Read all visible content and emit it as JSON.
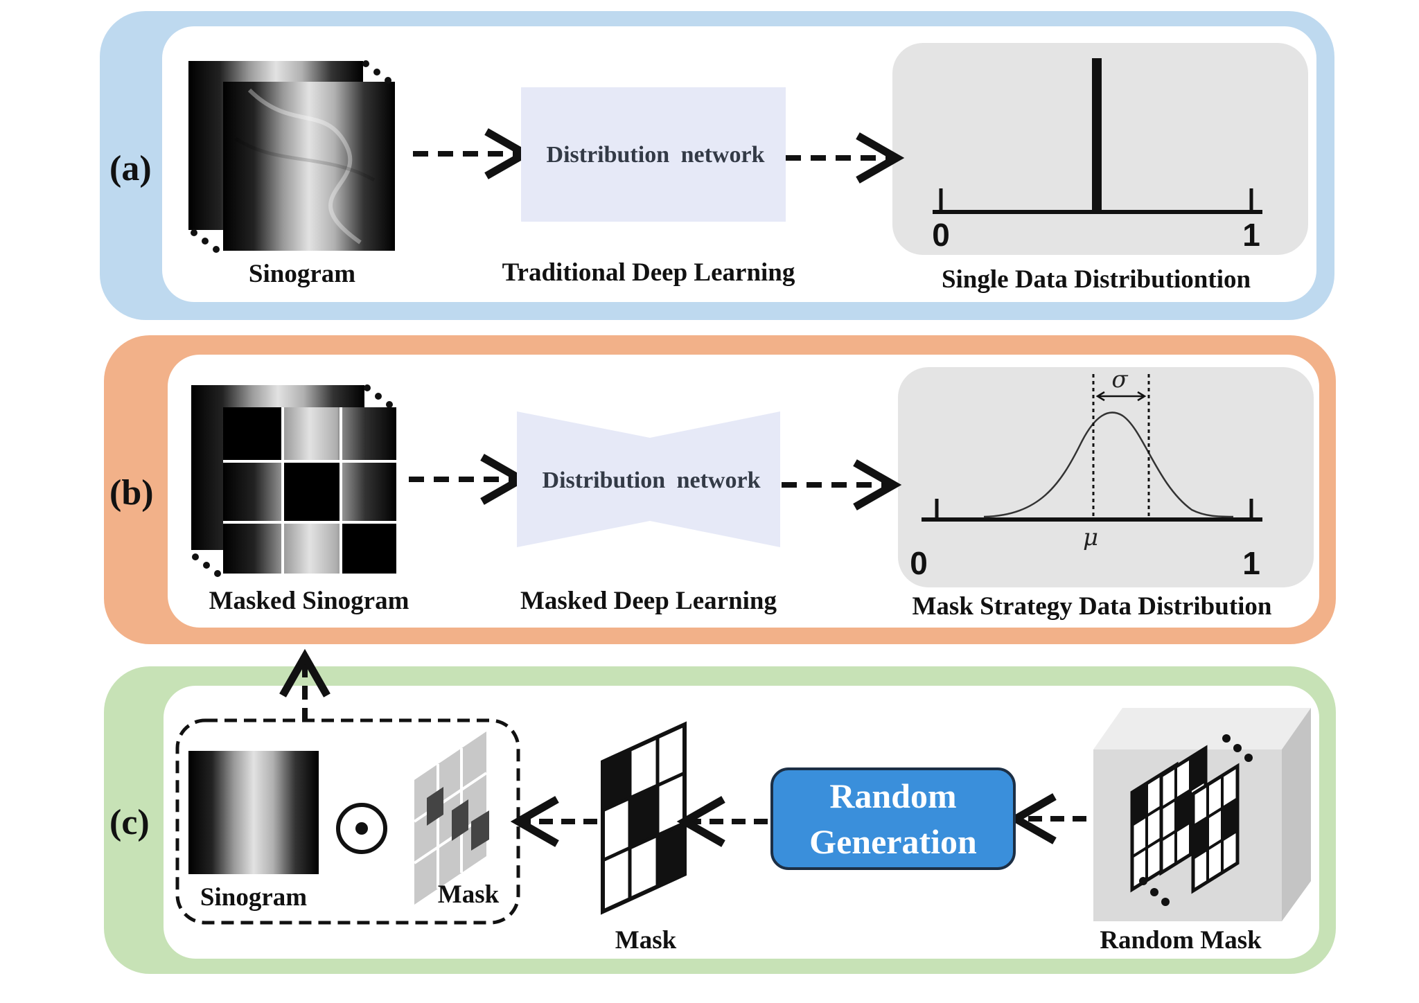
{
  "panels": {
    "a": {
      "label": "(a)",
      "input_caption": "Sinogram",
      "network_label": "Distribution  network",
      "method_caption": "Traditional  Deep Learning",
      "axis_min": "0",
      "axis_max": "1",
      "distribution_caption": "Single Data Distributiontion"
    },
    "b": {
      "label": "(b)",
      "input_caption": "Masked Sinogram",
      "network_label": "Distribution  network",
      "method_caption": "Masked Deep Learning",
      "sigma_symbol": "σ",
      "mu_symbol": "μ",
      "axis_min": "0",
      "axis_max": "1",
      "distribution_caption": "Mask Strategy  Data Distribution"
    },
    "c": {
      "label": "(c)",
      "sinogram_caption": "Sinogram",
      "operator_symbol": "⊙",
      "mask_small_caption": "Mask",
      "mask_caption": "Mask",
      "generator_line1": "Random",
      "generator_line2": "Generation",
      "random_mask_caption": "Random Mask"
    }
  },
  "colors": {
    "band_a": "#bed9ef",
    "band_b": "#f2b189",
    "band_c": "#c7e2b6",
    "network": "#e6e9f7",
    "distribution_box": "#e4e4e4",
    "generator": "#3a8fdb"
  }
}
